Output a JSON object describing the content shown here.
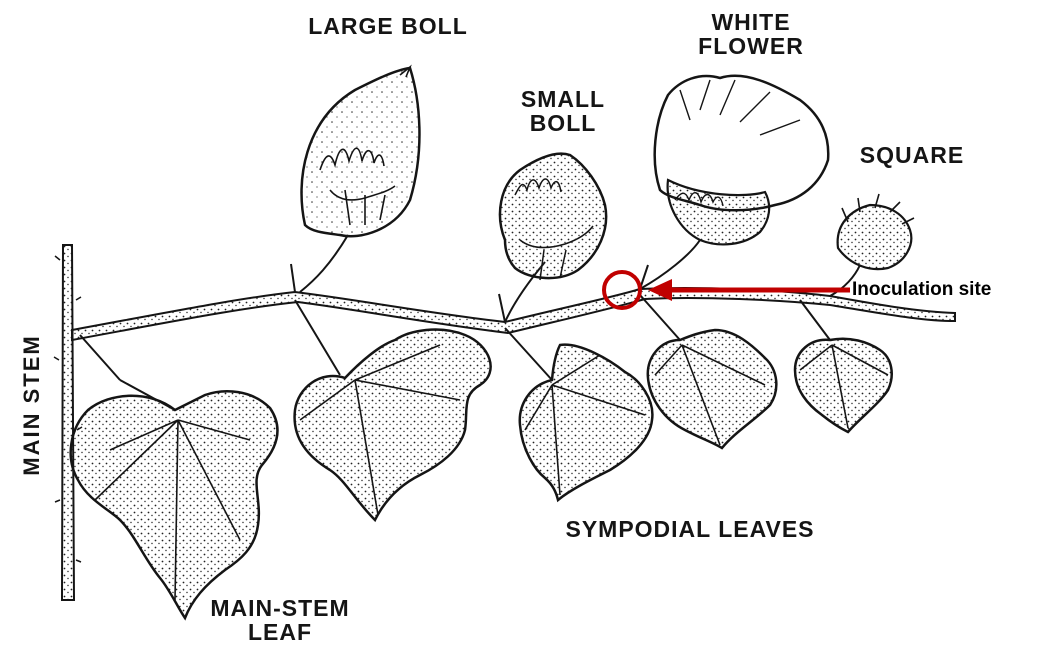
{
  "labels": {
    "large_boll": "LARGE BOLL",
    "white_flower_1": "WHITE",
    "white_flower_2": "FLOWER",
    "small_boll_1": "SMALL",
    "small_boll_2": "BOLL",
    "square": "SQUARE",
    "main_stem": "MAIN STEM",
    "sympodial_leaves": "SYMPODIAL LEAVES",
    "main_stem_leaf_1": "MAIN-STEM",
    "main_stem_leaf_2": "LEAF"
  },
  "annotation": {
    "text": "Inoculation site",
    "color": "#c00000"
  },
  "colors": {
    "ink": "#151515",
    "background": "#ffffff"
  }
}
